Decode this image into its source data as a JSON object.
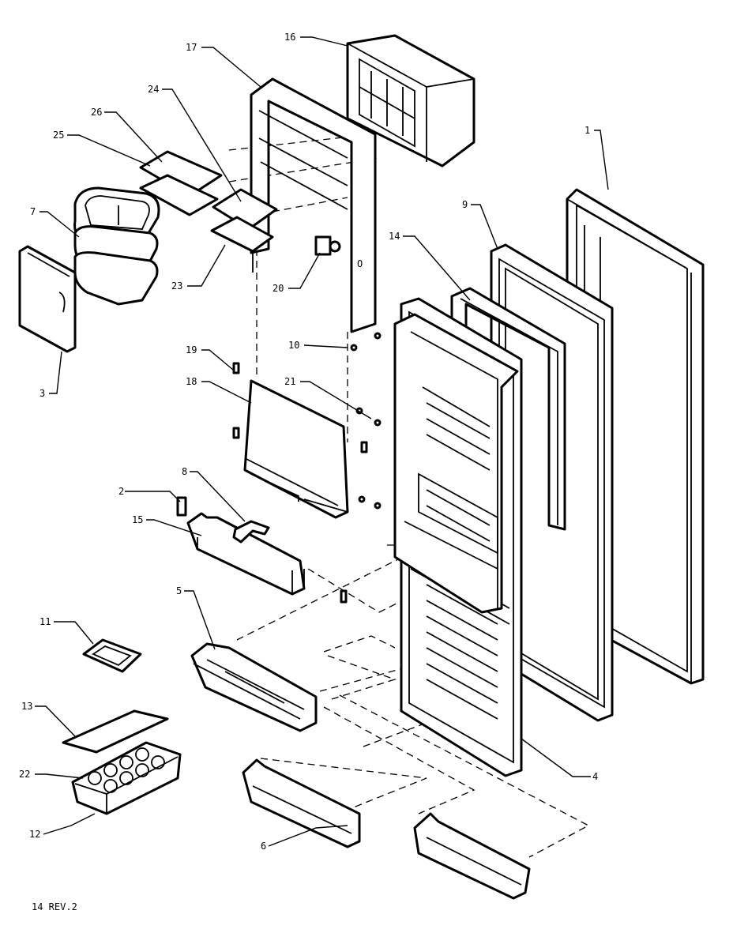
{
  "labels": {
    "p1": "1",
    "p2": "2",
    "p3": "3",
    "p4": "4",
    "p5": "5",
    "p6": "6",
    "p7": "7",
    "p8": "8",
    "p9": "9",
    "p10": "10",
    "p11": "11",
    "p12": "12",
    "p13": "13",
    "p14": "14",
    "p15": "15",
    "p16": "16",
    "p17": "17",
    "p18": "18",
    "p19": "19",
    "p20": "20",
    "p21": "21",
    "p22": "22",
    "p23": "23",
    "p24": "24",
    "p25": "25",
    "p26": "26"
  },
  "footer": "14 REV.2"
}
